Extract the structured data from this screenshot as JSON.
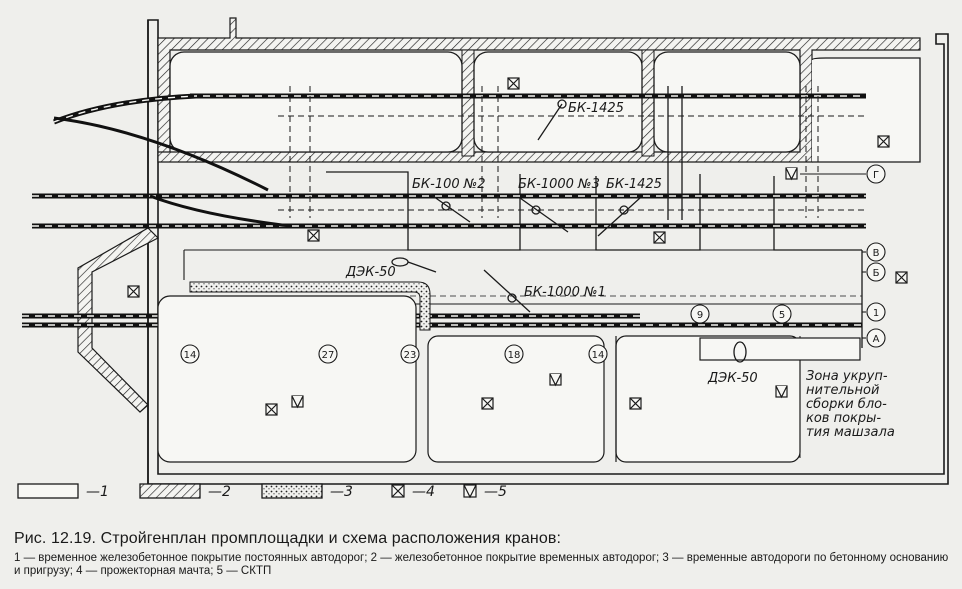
{
  "figure": {
    "caption_title": "Рис. 12.19. Стройгенплан промплощадки и схема расположения кранов:",
    "caption_legend": "1 — временное железобетонное покрытие постоянных автодорог; 2 — железобетонное покрытие временных автодорог; 3 — временные автодороги по бетонному основанию и пригрузу; 4 — прожекторная мачта; 5 — СКТП"
  },
  "cranes": [
    {
      "label": "БК-1425"
    },
    {
      "label": "БК-100 №2"
    },
    {
      "label": "БК-1000 №3"
    },
    {
      "label": "БК-1425"
    },
    {
      "label": "ДЭК-50"
    },
    {
      "label": "БК-1000 №1"
    },
    {
      "label": "ДЭК-50"
    }
  ],
  "axis_markers_right": [
    "Г",
    "В",
    "Б",
    "1",
    "А"
  ],
  "axis_markers_inline": [
    "9",
    "5"
  ],
  "column_markers": [
    "14",
    "27",
    "23",
    "18",
    "14"
  ],
  "zone_label": [
    "Зона укруп-",
    "нительной",
    "сборки бло-",
    "ков покры-",
    "тия машзала"
  ],
  "legend": [
    "1",
    "2",
    "3",
    "4",
    "5"
  ],
  "legend_dash": "—"
}
